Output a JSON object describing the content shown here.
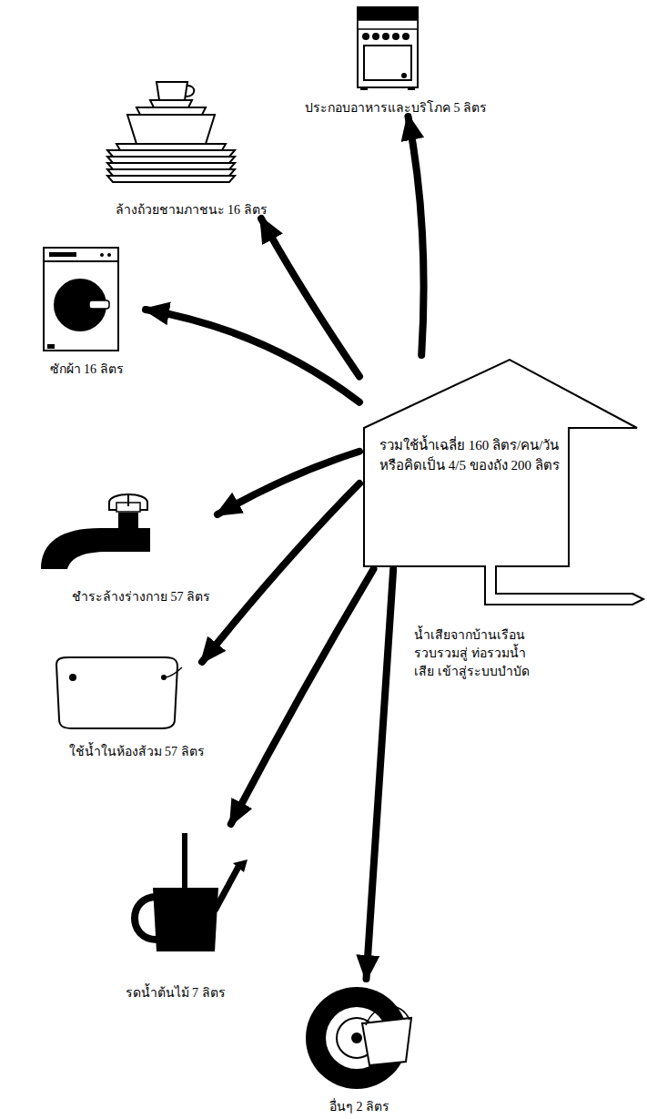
{
  "diagram": {
    "nodes": [
      {
        "text": [
          "รวมใช้น้ำเฉลี่ย 160 ลิตร/คน/วัน หรือคิดเป็น 4/5 ของถัง 200 ลิตร"
        ]
      },
      {
        "text": [
          "ประกอบอาหารและบริโภค 5 ลิตร"
        ]
      },
      {
        "text": [
          "ล้างถ้วยชามภาชนะ 16 ลิตร"
        ]
      },
      {
        "text": [
          "ซักผ้า 16 ลิตร"
        ]
      },
      {
        "text": [
          "ชำระล้างร่างกาย 57 ลิตร"
        ]
      },
      {
        "text": [
          "ใช้น้ำในห้องส้วม 57 ลิตร"
        ]
      },
      {
        "text": [
          "รดน้ำต้นไม้ 7 ลิตร"
        ]
      },
      {
        "text": [
          "อื่นๆ 2 ลิตร"
        ]
      }
    ],
    "edges": [
      {
        "from": 0,
        "to": 1,
        "arrow": "to"
      },
      {
        "from": 0,
        "to": 2,
        "arrow": "to"
      },
      {
        "from": 0,
        "to": 3,
        "arrow": "to"
      },
      {
        "from": 0,
        "to": 4,
        "arrow": "to"
      },
      {
        "from": 0,
        "to": 5,
        "arrow": "to"
      },
      {
        "from": 0,
        "to": 6,
        "arrow": "to"
      },
      {
        "from": 0,
        "to": 7,
        "arrow": "to"
      }
    ],
    "labels": [
      "น้ำเสียจากบ้านเรือน รวบรวมสู่ ท่อรวมน้ำเสีย เข้าสู่ระบบบำบัด"
    ]
  }
}
